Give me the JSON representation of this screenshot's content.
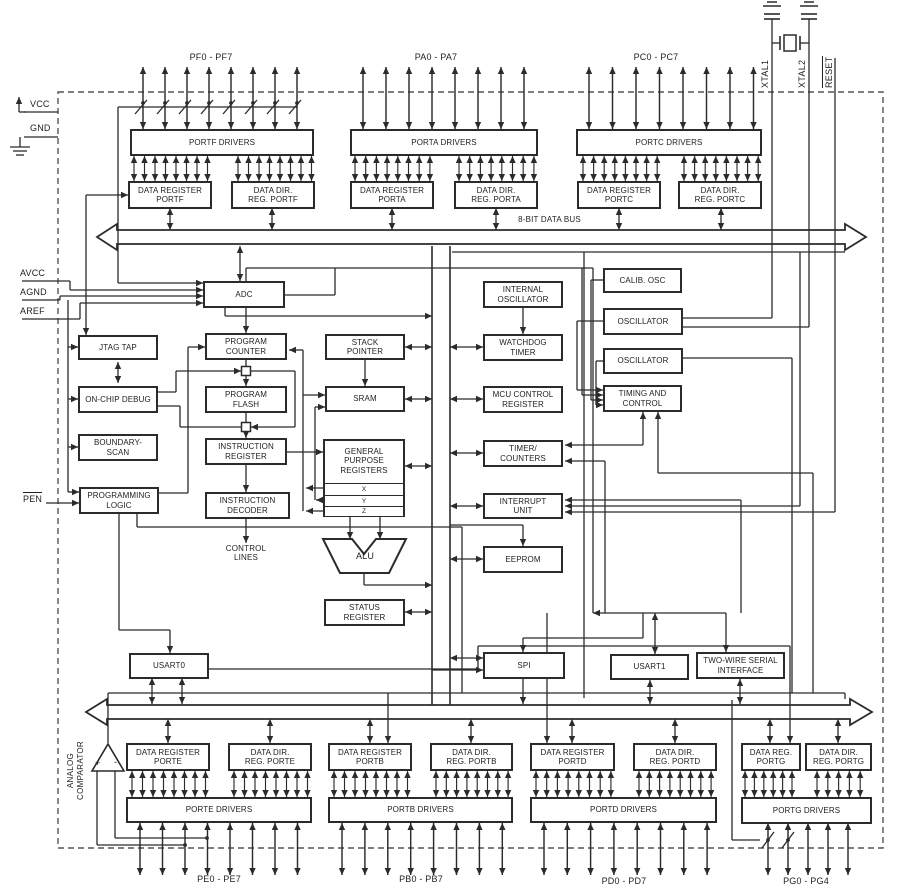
{
  "labels": {
    "vcc": "VCC",
    "gnd": "GND",
    "avcc": "AVCC",
    "agnd": "AGND",
    "aref": "AREF",
    "pen": "PEN",
    "xtal1": "XTAL1",
    "xtal2": "XTAL2",
    "reset": "RESET",
    "bus": "8-BIT DATA BUS",
    "control_lines": "CONTROL\nLINES",
    "analog_comparator": "ANALOG\nCOMPARATOR",
    "alu": "ALU",
    "plus": "+",
    "minus": "-"
  },
  "ports": {
    "pf": "PF0 - PF7",
    "pa": "PA0 - PA7",
    "pc": "PC0 - PC7",
    "pe": "PE0 - PE7",
    "pb": "PB0 - PB7",
    "pd": "PD0 - PD7",
    "pg": "PG0 - PG4"
  },
  "gpr_rows": [
    "X",
    "Y",
    "Z"
  ],
  "boxes": {
    "portf_drivers": "PORTF DRIVERS",
    "porta_drivers": "PORTA DRIVERS",
    "portc_drivers": "PORTC DRIVERS",
    "data_register_portf": "DATA REGISTER\nPORTF",
    "data_dir_portf": "DATA DIR.\nREG. PORTF",
    "data_register_porta": "DATA REGISTER\nPORTA",
    "data_dir_porta": "DATA DIR.\nREG. PORTA",
    "data_register_portc": "DATA REGISTER\nPORTC",
    "data_dir_portc": "DATA DIR.\nREG. PORTC",
    "jtag_tap": "JTAG TAP",
    "on_chip_debug": "ON-CHIP DEBUG",
    "boundary_scan": "BOUNDARY-\nSCAN",
    "programming_logic": "PROGRAMMING\nLOGIC",
    "adc": "ADC",
    "program_counter": "PROGRAM\nCOUNTER",
    "program_flash": "PROGRAM\nFLASH",
    "instruction_register": "INSTRUCTION\nREGISTER",
    "instruction_decoder": "INSTRUCTION\nDECODER",
    "stack_pointer": "STACK\nPOINTER",
    "sram": "SRAM",
    "general_purpose_registers": "GENERAL\nPURPOSE\nREGISTERS",
    "status_register": "STATUS\nREGISTER",
    "usart0": "USART0",
    "internal_oscillator": "INTERNAL\nOSCILLATOR",
    "watchdog_timer": "WATCHDOG\nTIMER",
    "mcu_control_register": "MCU CONTROL\nREGISTER",
    "timer_counters": "TIMER/\nCOUNTERS",
    "interrupt_unit": "INTERRUPT\nUNIT",
    "eeprom": "EEPROM",
    "spi": "SPI",
    "calib_osc": "CALIB. OSC",
    "oscillator_top": "OSCILLATOR",
    "oscillator_bottom": "OSCILLATOR",
    "timing_and_control": "TIMING AND\nCONTROL",
    "usart1": "USART1",
    "two_wire": "TWO-WIRE SERIAL\nINTERFACE",
    "data_register_porte": "DATA REGISTER\nPORTE",
    "data_dir_porte": "DATA DIR.\nREG. PORTE",
    "porte_drivers": "PORTE DRIVERS",
    "data_register_portb": "DATA REGISTER\nPORTB",
    "data_dir_portb": "DATA DIR.\nREG. PORTB",
    "portb_drivers": "PORTB DRIVERS",
    "data_register_portd": "DATA REGISTER\nPORTD",
    "data_dir_portd": "DATA DIR.\nREG. PORTD",
    "portd_drivers": "PORTD DRIVERS",
    "data_reg_portg": "DATA REG.\nPORTG",
    "data_dir_portg": "DATA DIR.\nREG. PORTG",
    "portg_drivers": "PORTG DRIVERS"
  }
}
